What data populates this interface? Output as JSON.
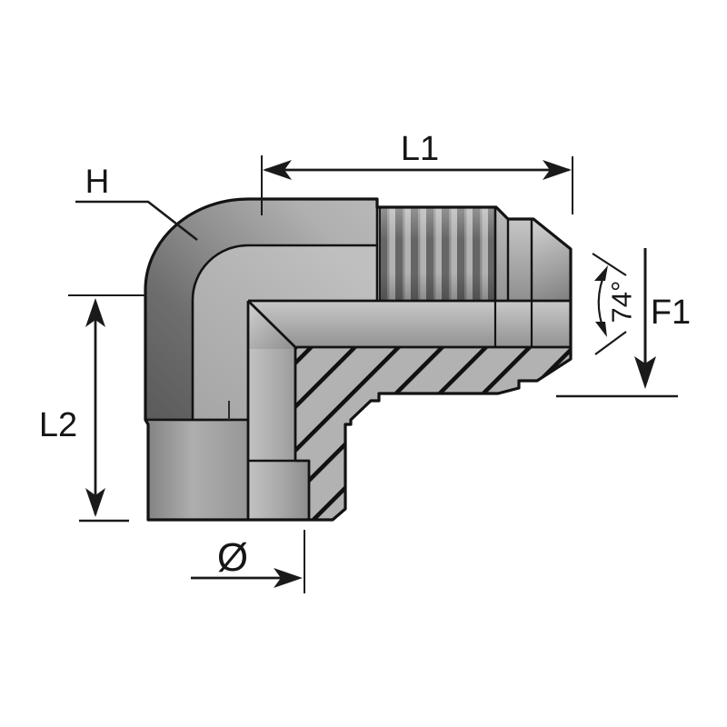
{
  "drawing": {
    "type": "engineering-section-drawing",
    "subject": "90-degree elbow hydraulic adapter, male 74-degree flare end and female bottom port, half-section view",
    "labels": {
      "l1": "L1",
      "h": "H",
      "l2": "L2",
      "diameter": "Ø",
      "angle": "74°",
      "f1": "F1"
    },
    "colors": {
      "outline": "#131313",
      "dimension_lines": "#1a1a1a",
      "label_text": "#161616",
      "body_light_gray": "#b3b3b3",
      "body_dark_gray": "#636363",
      "hatch_background": "#b2b2b2",
      "hatch_line": "#111111",
      "background": "#ffffff"
    }
  }
}
